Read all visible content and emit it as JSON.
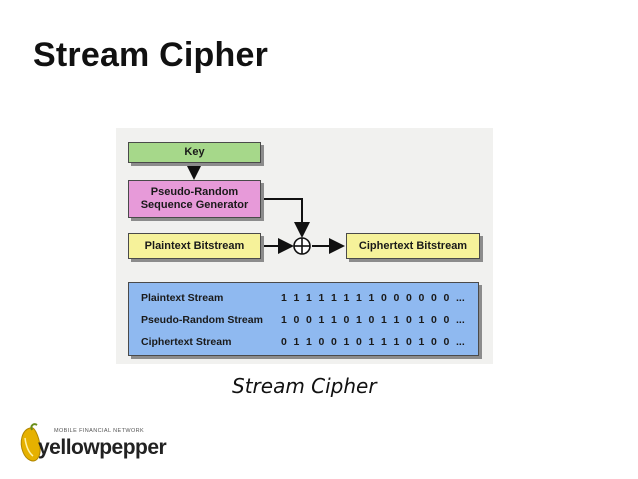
{
  "slide": {
    "title": "Stream Cipher",
    "caption": "Stream Cipher"
  },
  "diagram": {
    "key_label": "Key",
    "prng_label": "Pseudo-Random\nSequence Generator",
    "plaintext_label": "Plaintext Bitstream",
    "ciphertext_label": "Ciphertext Bitstream",
    "xor_symbol": "⊕",
    "colors": {
      "key": "#a6d88a",
      "prng": "#e79ad9",
      "bitstream": "#f6f29a",
      "stream_panel": "#8fb9f0"
    }
  },
  "streams": [
    {
      "label": "Plaintext Stream",
      "bits": [
        "1",
        "1",
        "1",
        "1",
        "1",
        "1",
        "1",
        "1",
        "0",
        "0",
        "0",
        "0",
        "0",
        "0",
        "..."
      ]
    },
    {
      "label": "Pseudo-Random Stream",
      "bits": [
        "1",
        "0",
        "0",
        "1",
        "1",
        "0",
        "1",
        "0",
        "1",
        "1",
        "0",
        "1",
        "0",
        "0",
        "..."
      ]
    },
    {
      "label": "Ciphertext Stream",
      "bits": [
        "0",
        "1",
        "1",
        "0",
        "0",
        "1",
        "0",
        "1",
        "1",
        "1",
        "0",
        "1",
        "0",
        "0",
        "..."
      ]
    }
  ],
  "logo": {
    "tagline": "MOBILE FINANCIAL NETWORK",
    "wordmark": "yellowpepper",
    "icon": "pepper-logo-icon"
  }
}
